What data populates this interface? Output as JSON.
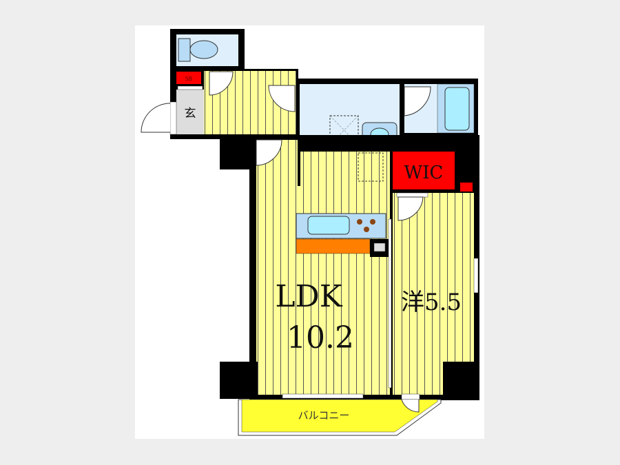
{
  "floor_plan": {
    "rooms": {
      "ldk": {
        "name": "LDK",
        "size": "10.2"
      },
      "western": {
        "label": "洋5.5"
      },
      "entrance": {
        "label": "玄"
      },
      "shoe_box": {
        "label": "SB"
      },
      "wic": {
        "label": "WIC"
      },
      "balcony": {
        "label": "バルコニー"
      }
    },
    "colors": {
      "floor": "#ffff99",
      "floor_stripe": "#555555",
      "wet_area": "#dff0fc",
      "fixture": "#b8dcf5",
      "storage": "#ff0000",
      "kitchen_counter": "#ff8000",
      "entrance": "#dddddd",
      "balcony": "#ffff33",
      "wall": "#000000"
    }
  }
}
